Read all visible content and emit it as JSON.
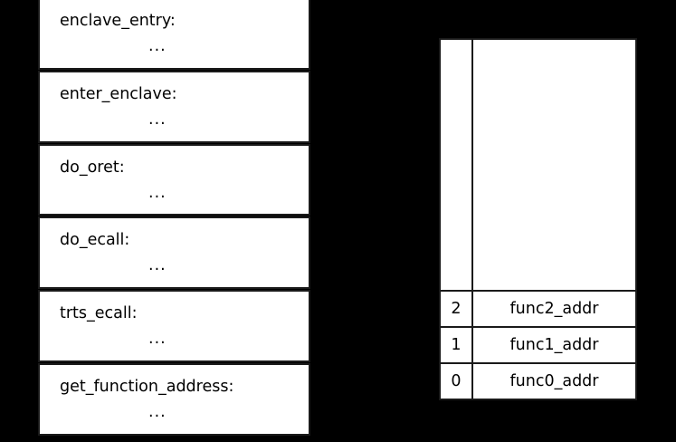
{
  "figure": {
    "background_color": "#000000",
    "panel_fill_color": "#ffffff",
    "stroke_color": "#1a1a1a"
  },
  "code_panel": {
    "name": "enclave-code-layout",
    "ellipsis": "...",
    "blocks": [
      {
        "label": "enclave_entry:",
        "body": "..."
      },
      {
        "label": "enter_enclave:",
        "body": "..."
      },
      {
        "label": "do_oret:",
        "body": "..."
      },
      {
        "label": "do_ecall:",
        "body": "..."
      },
      {
        "label": "trts_ecall:",
        "body": "..."
      },
      {
        "label": "get_function_address:",
        "body": "..."
      }
    ]
  },
  "address_table": {
    "name": "function-address-table",
    "empty_region": {
      "index": "",
      "value": ""
    },
    "rows": [
      {
        "index": "2",
        "value": "func2_addr"
      },
      {
        "index": "1",
        "value": "func1_addr"
      },
      {
        "index": "0",
        "value": "func0_addr"
      }
    ]
  }
}
